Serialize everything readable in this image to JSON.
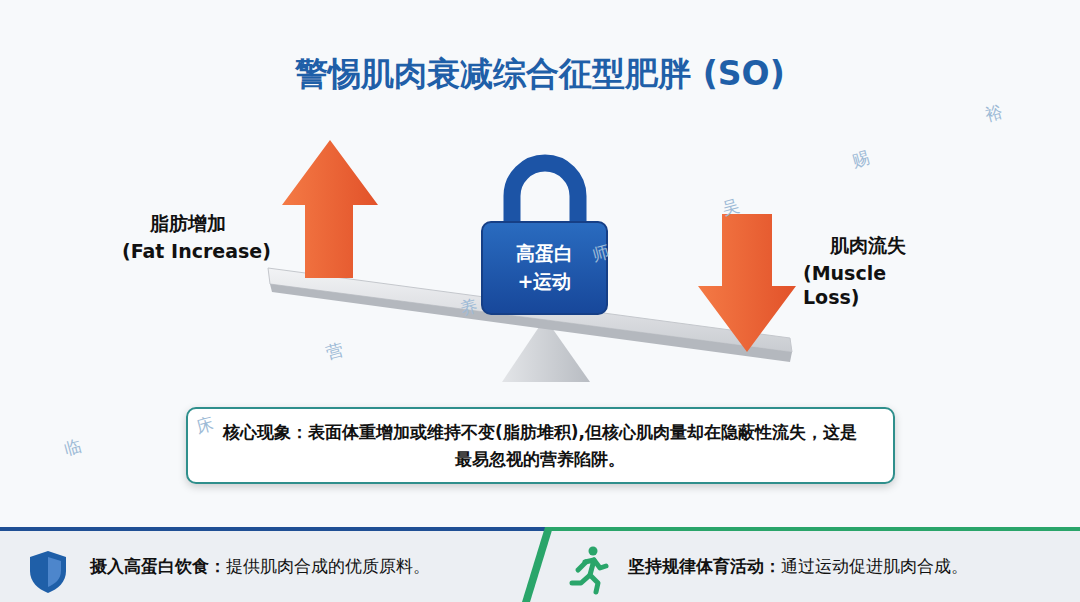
{
  "diagram": {
    "title": "警惕肌肉衰减综合征型肥胖 (SO)",
    "nodes": [
      {
        "text": [
          "高蛋白 +运动"
        ]
      },
      {
        "text": [
          "核心现象：表面体重增加或维持不变(脂肪堆积),但核心肌肉量却在隐蔽性流失，这是最易忽视的营养陷阱。"
        ]
      },
      {
        "text": [
          "摄入高蛋白饮食：",
          "提供肌肉合成的优质原料。"
        ]
      },
      {
        "text": [
          "坚持规律体育活动：",
          "通过运动促进肌肉合成。"
        ]
      }
    ],
    "labels": [
      "脂肪增加",
      "(Fat Increase)",
      "肌肉流失",
      "(Muscle Loss)",
      "临",
      "床",
      "营",
      "养",
      "师",
      "吴",
      "赐",
      "裕"
    ]
  }
}
